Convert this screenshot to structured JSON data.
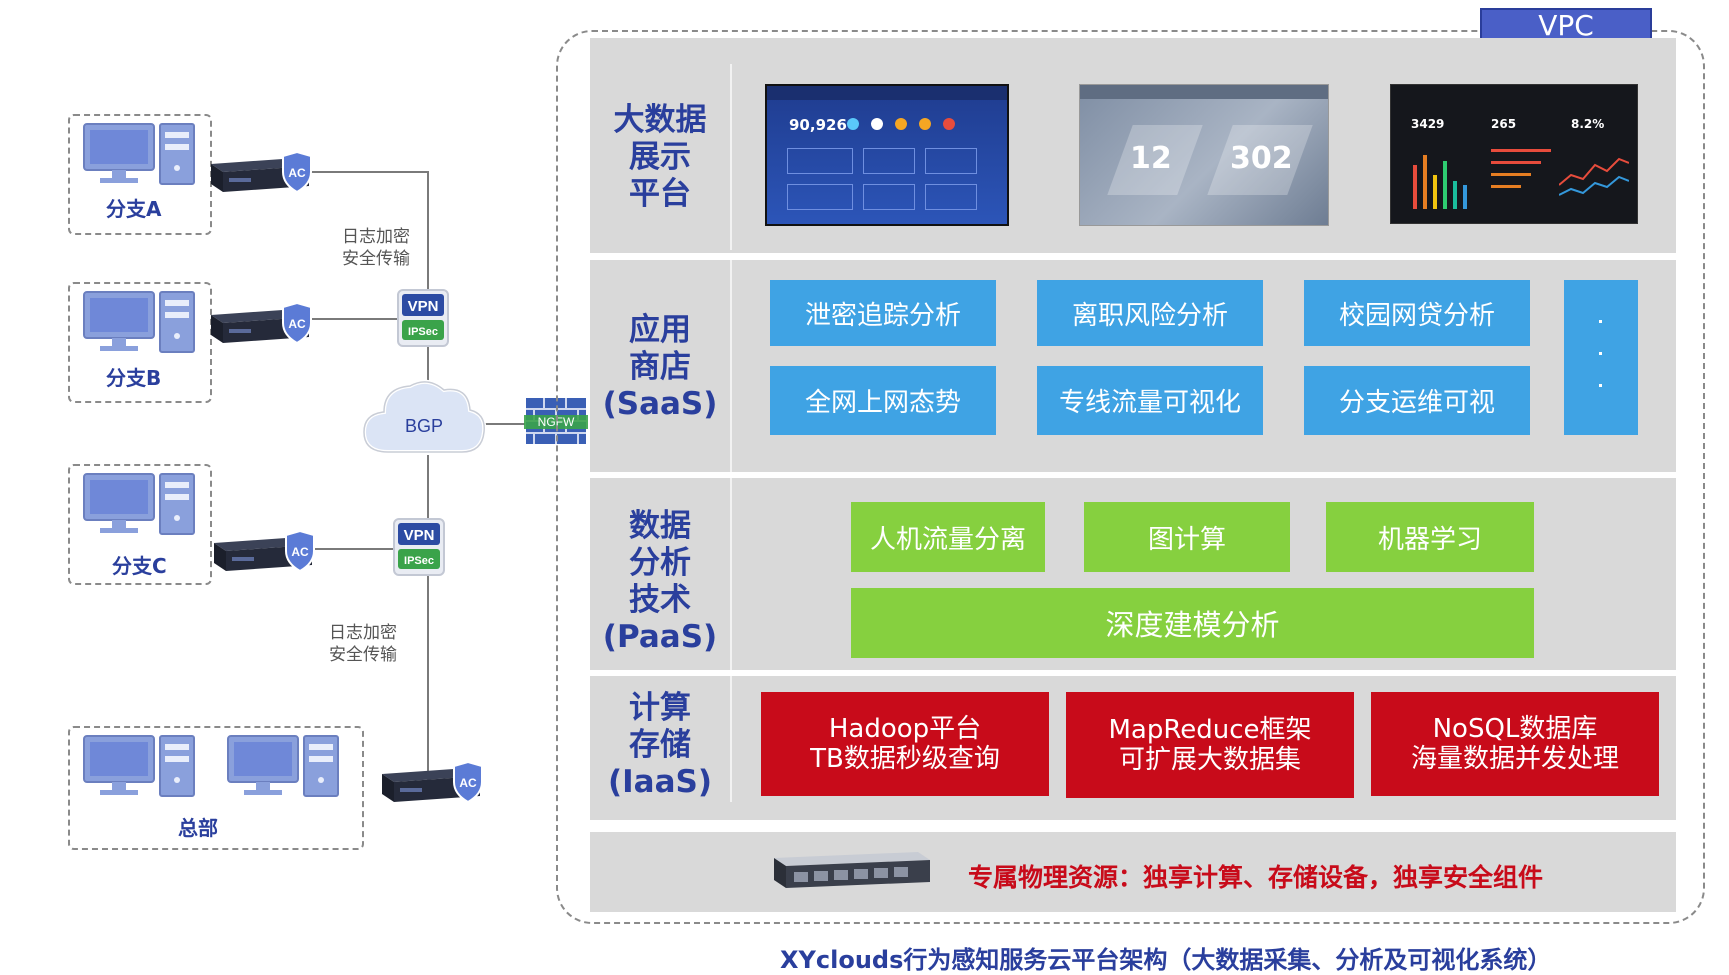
{
  "vpc_label": "VPC",
  "branches": [
    {
      "label": "分支A"
    },
    {
      "label": "分支B"
    },
    {
      "label": "分支C"
    },
    {
      "label": "总部"
    }
  ],
  "device_labels": {
    "ac": "AC",
    "vpn_top": "VPN",
    "vpn_bottom": "IPSec",
    "cloud": "BGP",
    "firewall": "NGFW"
  },
  "notes": {
    "log_top": [
      "日志加密",
      "安全传输"
    ],
    "log_bottom": [
      "日志加密",
      "安全传输"
    ]
  },
  "layers": {
    "display": {
      "title": [
        "大数据",
        "展示",
        "平台"
      ],
      "screens": [
        {
          "main": "90,926"
        },
        {
          "left": "12",
          "right": "302"
        },
        {
          "a": "3429",
          "b": "265",
          "c": "8.2%"
        }
      ]
    },
    "saas": {
      "title": [
        "应用",
        "商店",
        "(SaaS)"
      ],
      "items": [
        "泄密追踪分析",
        "离职风险分析",
        "校园网贷分析",
        "全网上网态势",
        "专线流量可视化",
        "分支运维可视"
      ]
    },
    "paas": {
      "title": [
        "数据",
        "分析",
        "技术",
        "(PaaS)"
      ],
      "items": [
        "人机流量分离",
        "图计算",
        "机器学习"
      ],
      "wide": "深度建模分析"
    },
    "iaas": {
      "title": [
        "计算",
        "存储",
        "(IaaS)"
      ],
      "items": [
        {
          "line1": "Hadoop平台",
          "line2": "TB数据秒级查询"
        },
        {
          "line1": "MapReduce框架",
          "line2": "可扩展大数据集"
        },
        {
          "line1": "NoSQL数据库",
          "line2": "海量数据并发处理"
        }
      ]
    },
    "physical": {
      "text": "专属物理资源：独享计算、存储设备，独享安全组件"
    }
  },
  "caption": "XYclouds行为感知服务云平台架构（大数据采集、分析及可视化系统）",
  "colors": {
    "blue": "#3fa3e4",
    "green": "#86d03f",
    "red": "#c80b1a",
    "title": "#2a3f9d"
  }
}
